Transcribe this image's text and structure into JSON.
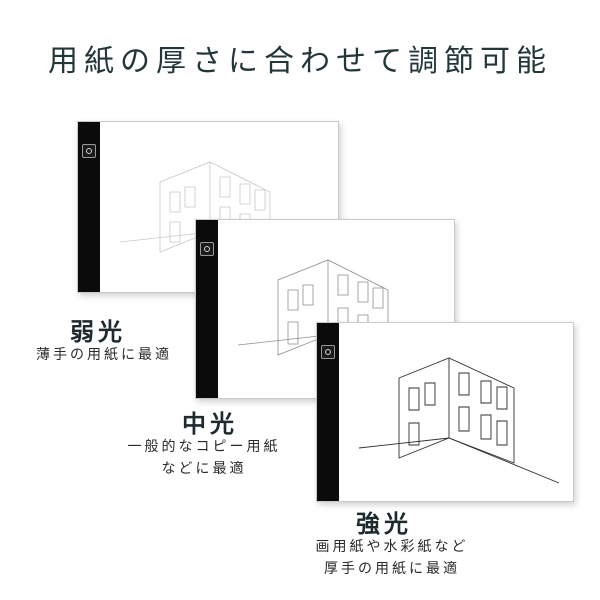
{
  "title": "用紙の厚さに合わせて調節可能",
  "levels": [
    {
      "heading": "弱光",
      "desc_lines": [
        "薄手の用紙に最適"
      ]
    },
    {
      "heading": "中光",
      "desc_lines": [
        "一般的なコピー用紙",
        "などに最適"
      ]
    },
    {
      "heading": "強光",
      "desc_lines": [
        "画用紙や水彩紙など",
        "厚手の用紙に最適"
      ]
    }
  ],
  "colors": {
    "pad_bar": "#0b0b0b",
    "text": "#1e2a2d"
  },
  "icons": {
    "power_button": "power-icon",
    "sketch": "building-sketch"
  }
}
